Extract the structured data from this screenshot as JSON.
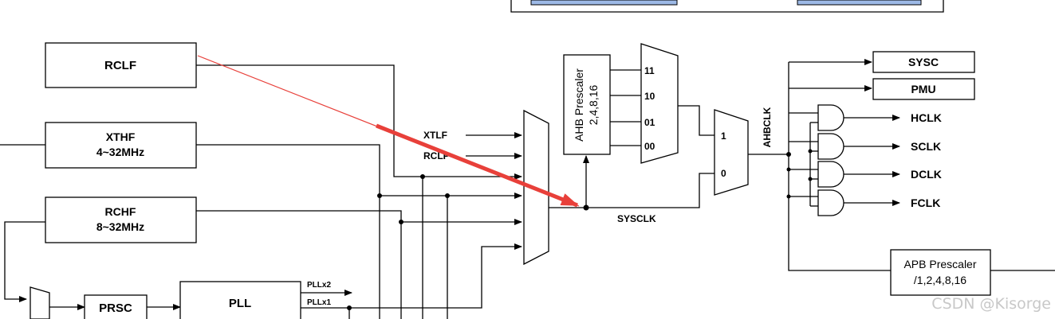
{
  "blocks": {
    "rclf": "RCLF",
    "xthf_name": "XTHF",
    "xthf_range": "4~32MHz",
    "rchf_name": "RCHF",
    "rchf_range": "8~32MHz",
    "prsc": "PRSC",
    "pll": "PLL",
    "ahb_prescaler": "AHB Prescaler",
    "ahb_div": "2,4,8,16",
    "apb_prescaler": "APB Prescaler",
    "apb_div": "/1,2,4,8,16",
    "sysc": "SYSC",
    "pmu": "PMU"
  },
  "signals": {
    "xtlf": "XTLF",
    "rclp": "RCLP",
    "pllx2": "PLLx2",
    "pllx1": "PLLx1",
    "sysclk": "SYSCLK",
    "ahbclk": "AHBCLK",
    "hclk": "HCLK",
    "sclk": "SCLK",
    "dclk": "DCLK",
    "fclk": "FCLK"
  },
  "mux_inputs": {
    "ahb_11": "11",
    "ahb_10": "10",
    "ahb_01": "01",
    "ahb_00": "00",
    "sel_1": "1",
    "sel_0": "0"
  },
  "watermark": "CSDN @Kisorge",
  "colors": {
    "arrow": "#e8403a",
    "band_fill": "#9db9e6"
  }
}
